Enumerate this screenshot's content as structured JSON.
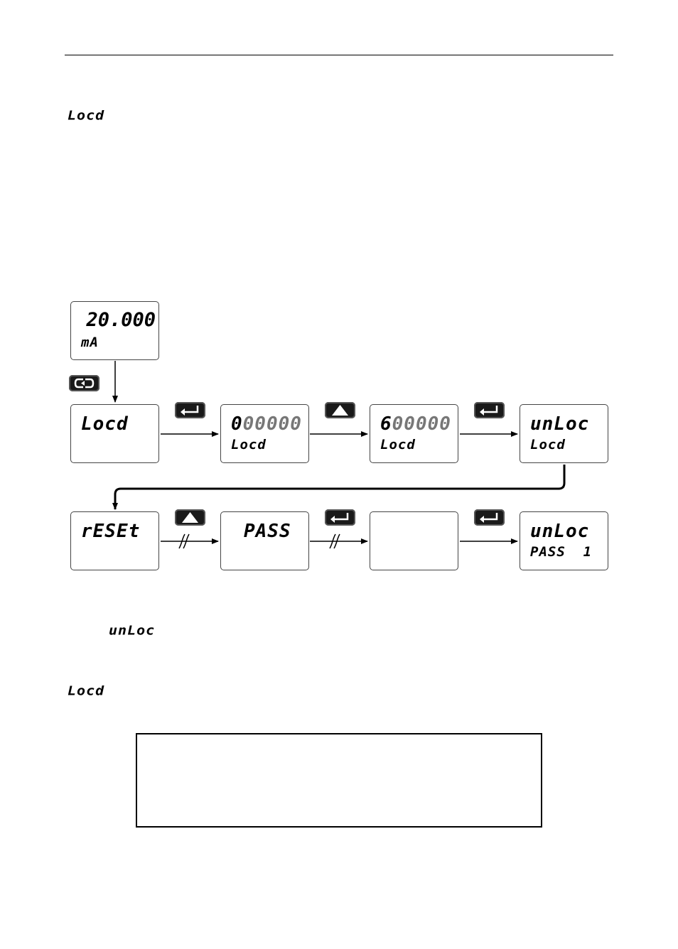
{
  "inline_codes": {
    "locd_1": "Locd",
    "unloc": "unLoc",
    "locd_2": "Locd"
  },
  "displays": {
    "start": {
      "top": "20.000",
      "bottom": "mA"
    },
    "locd": {
      "top": "Locd",
      "bottom": ""
    },
    "code0": {
      "top_first": "0",
      "top_rest": "00000",
      "bottom": "Locd"
    },
    "code6": {
      "top_first": "6",
      "top_rest": "00000",
      "bottom": "Locd"
    },
    "unloc1": {
      "top": "unLoc",
      "bottom": "Locd"
    },
    "reset": {
      "top": "rESEt",
      "bottom": ""
    },
    "pass": {
      "top": "PASS",
      "bottom": ""
    },
    "blank": {
      "top": "",
      "bottom": ""
    },
    "unloc2": {
      "top": "unLoc",
      "bottom": "PASS  1"
    }
  },
  "buttons": [
    "menu-button",
    "enter-button",
    "up-button",
    "enter-button",
    "up-button",
    "enter-button",
    "enter-button"
  ],
  "colors": {
    "button_bg": "#1a1a1a",
    "button_fg": "#ffffff",
    "line": "#000000"
  }
}
